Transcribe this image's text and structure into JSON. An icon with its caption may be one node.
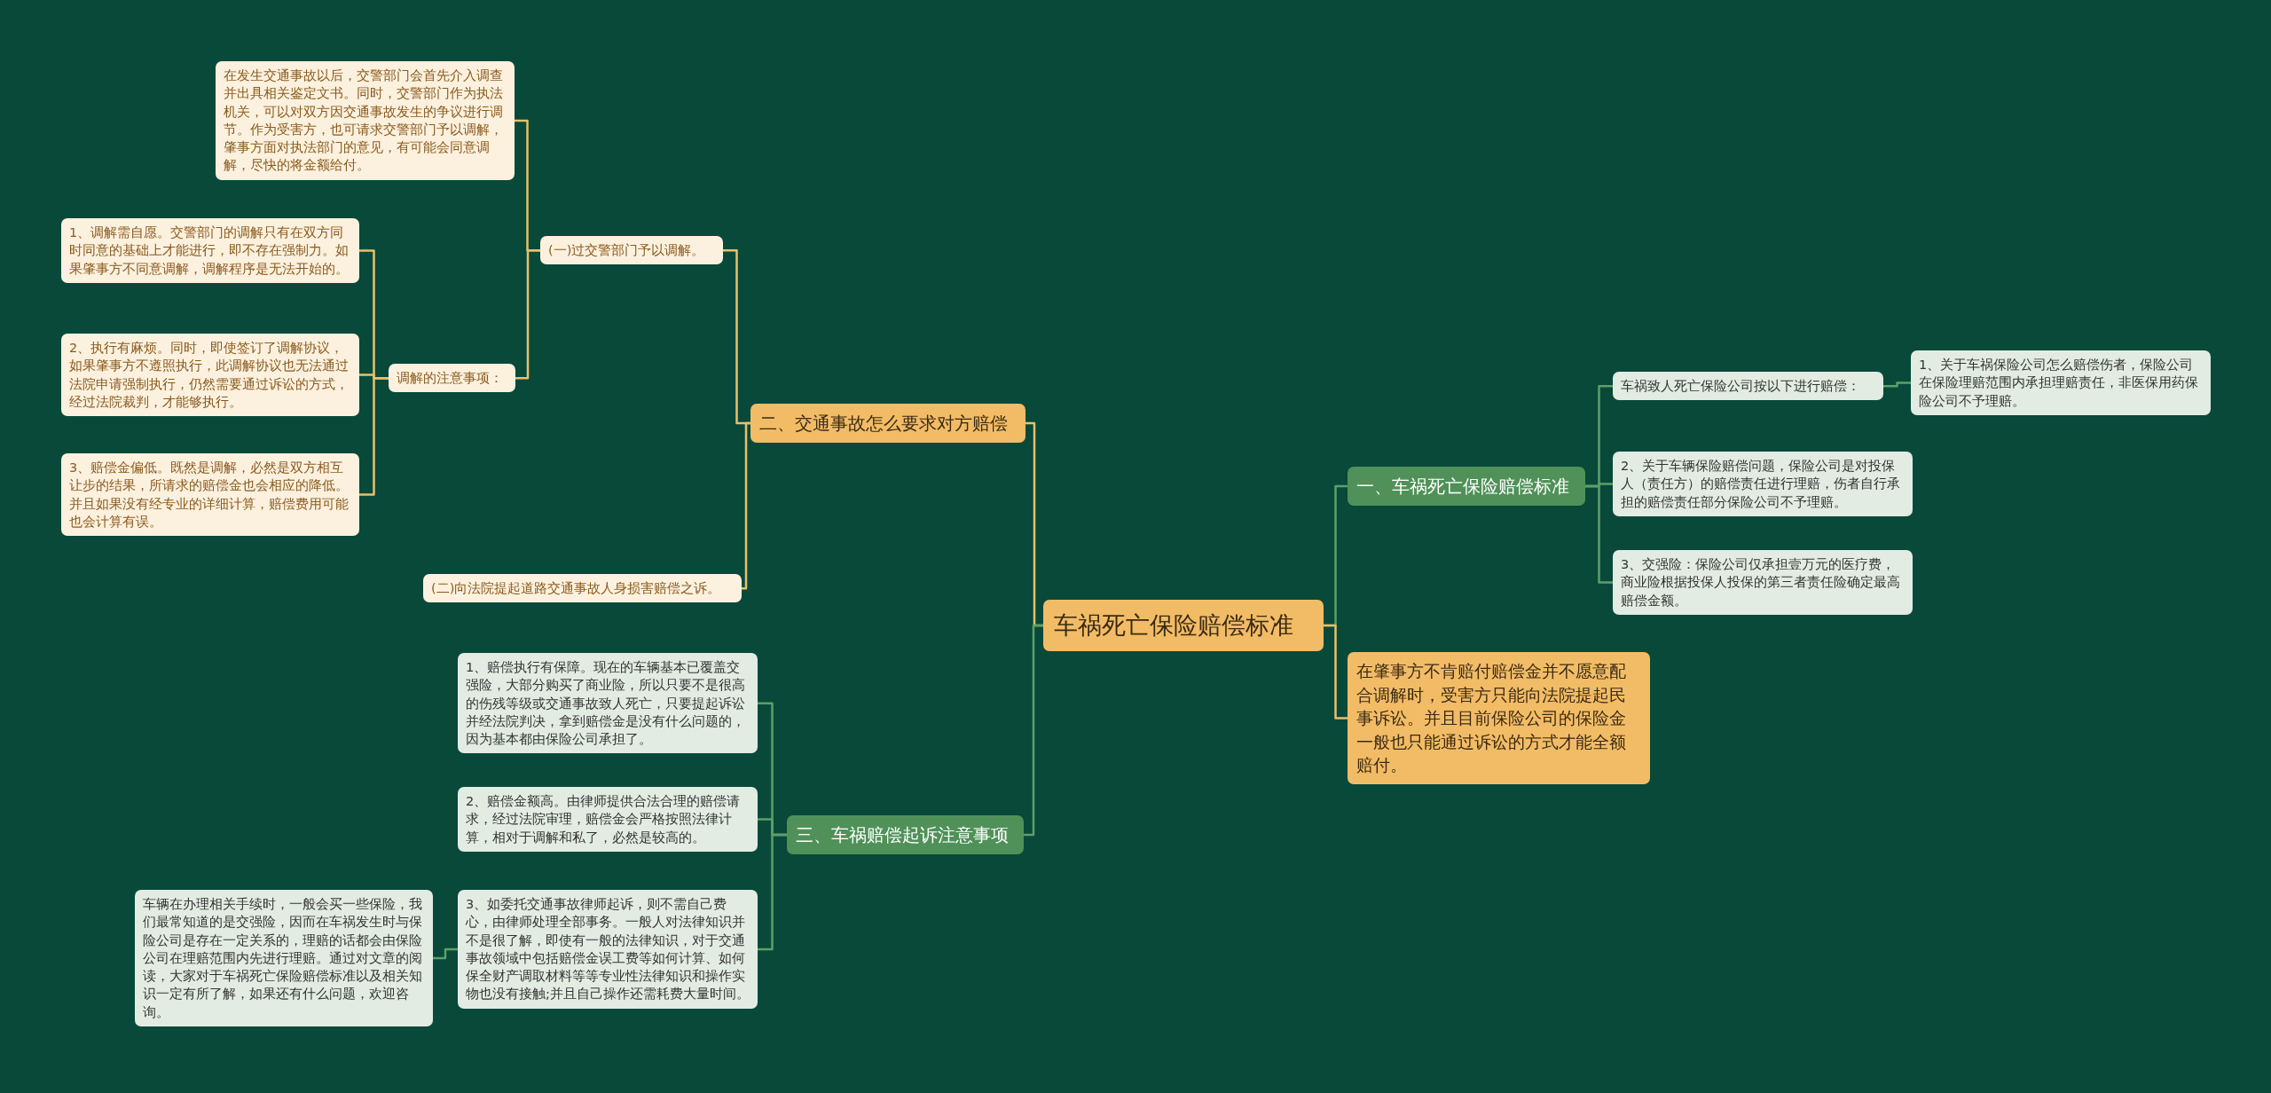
{
  "diagram": {
    "nodes": [
      {
        "text": [
          "车祸死亡保险赔偿标准"
        ]
      },
      {
        "text": [
          "一、车祸死亡保险赔偿标准"
        ]
      },
      {
        "text": [
          "车祸致人死亡保险公司按以下进行赔偿："
        ]
      },
      {
        "text": [
          "1、关于车祸保险公司怎么赔偿伤者，保险公司在保险理赔范围内承担理赔责任，非医保用药保险公司不予理赔。"
        ]
      },
      {
        "text": [
          "2、关于车辆保险赔偿问题，保险公司是对投保人（责任方）的赔偿责任进行理赔，伤者自行承担的赔偿责任部分保险公司不予理赔。"
        ]
      },
      {
        "text": [
          "3、交强险：保险公司仅承担壹万元的医疗费，商业险根据投保人投保的第三者责任险确定最高赔偿金额。"
        ]
      },
      {
        "text": [
          "在肇事方不肯赔付赔偿金并不愿意配合调解时，受害方只能向法院提起民事诉讼。并且目前保险公司的保险金一般也只能通过诉讼的方式才能全额赔付。"
        ]
      },
      {
        "text": [
          "二、交通事故怎么要求对方赔偿"
        ]
      },
      {
        "text": [
          "(一)过交警部门予以调解。"
        ]
      },
      {
        "text": [
          "在发生交通事故以后，交警部门会首先介入调查并出具相关鉴定文书。同时，交警部门作为执法机关，可以对双方因交通事故发生的争议进行调节。作为受害方，也可请求交警部门予以调解，肇事方面对执法部门的意见，有可能会同意调解，尽快的将金额给付。"
        ]
      },
      {
        "text": [
          "调解的注意事项："
        ]
      },
      {
        "text": [
          "1、调解需自愿。交警部门的调解只有在双方同时同意的基础上才能进行，即不存在强制力。如果肇事方不同意调解，调解程序是无法开始的。"
        ]
      },
      {
        "text": [
          "2、执行有麻烦。同时，即使签订了调解协议，如果肇事方不遵照执行，此调解协议也无法通过法院申请强制执行，仍然需要通过诉讼的方式，经过法院裁判，才能够执行。"
        ]
      },
      {
        "text": [
          "3、赔偿金偏低。既然是调解，必然是双方相互让步的结果，所请求的赔偿金也会相应的降低。并且如果没有经专业的详细计算，赔偿费用可能也会计算有误。"
        ]
      },
      {
        "text": [
          "(二)向法院提起道路交通事故人身损害赔偿之诉。"
        ]
      },
      {
        "text": [
          "三、车祸赔偿起诉注意事项"
        ]
      },
      {
        "text": [
          "1、赔偿执行有保障。现在的车辆基本已覆盖交强险，大部分购买了商业险，所以只要不是很高的伤残等级或交通事故致人死亡，只要提起诉讼并经法院判决，拿到赔偿金是没有什么问题的，因为基本都由保险公司承担了。"
        ]
      },
      {
        "text": [
          "2、赔偿金额高。由律师提供合法合理的赔偿请求，经过法院审理，赔偿金会严格按照法律计算，相对于调解和私了，必然是较高的。"
        ]
      },
      {
        "text": [
          "3、如委托交通事故律师起诉，则不需自己费心，由律师处理全部事务。一般人对法律知识并不是很了解，即使有一般的法律知识，对于交通事故领域中包括赔偿金误工费等如何计算、如何保全财产调取材料等等专业性法律知识和操作实物也没有接触;并且自己操作还需耗费大量时间。"
        ]
      },
      {
        "text": [
          "车辆在办理相关手续时，一般会买一些保险，我们最常知道的是交强险，因而在车祸发生时与保险公司是存在一定关系的，理赔的话都会由保险公司在理赔范围内先进行理赔。通过对文章的阅读，大家对于车祸死亡保险赔偿标准以及相关知识一定有所了解，如果还有什么问题，欢迎咨询。"
        ]
      }
    ],
    "edges": [
      {
        "from": 0,
        "to": 1,
        "arrow": "none"
      },
      {
        "from": 1,
        "to": 2,
        "arrow": "none"
      },
      {
        "from": 2,
        "to": 3,
        "arrow": "none"
      },
      {
        "from": 1,
        "to": 4,
        "arrow": "none"
      },
      {
        "from": 1,
        "to": 5,
        "arrow": "none"
      },
      {
        "from": 0,
        "to": 6,
        "arrow": "none",
        "color": "#e8c06c"
      },
      {
        "from": 0,
        "to": 7,
        "arrow": "none",
        "color": "#e8c06c"
      },
      {
        "from": 7,
        "to": 8,
        "arrow": "none",
        "color": "#e8c06c"
      },
      {
        "from": 8,
        "to": 9,
        "arrow": "none",
        "color": "#e8c06c"
      },
      {
        "from": 8,
        "to": 10,
        "arrow": "none",
        "color": "#e8c06c"
      },
      {
        "from": 10,
        "to": 11,
        "arrow": "none",
        "color": "#e8c06c"
      },
      {
        "from": 10,
        "to": 12,
        "arrow": "none",
        "color": "#e8c06c"
      },
      {
        "from": 10,
        "to": 13,
        "arrow": "none",
        "color": "#e8c06c"
      },
      {
        "from": 7,
        "to": 14,
        "arrow": "none",
        "color": "#e8c06c"
      },
      {
        "from": 0,
        "to": 15,
        "arrow": "none"
      },
      {
        "from": 15,
        "to": 16,
        "arrow": "none"
      },
      {
        "from": 15,
        "to": 17,
        "arrow": "none"
      },
      {
        "from": 15,
        "to": 18,
        "arrow": "none"
      },
      {
        "from": 18,
        "to": 19,
        "arrow": "none"
      }
    ]
  }
}
